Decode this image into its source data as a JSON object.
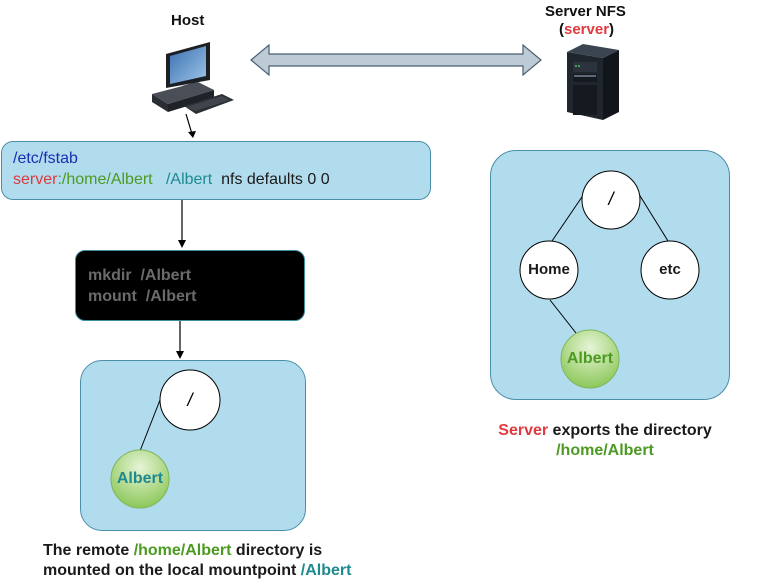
{
  "host": {
    "title": "Host",
    "icon": "desktop-computer-icon"
  },
  "server": {
    "title": "Server NFS",
    "subtitle_open": "(",
    "subtitle_name": "server",
    "subtitle_close": ")",
    "icon": "tower-server-icon"
  },
  "connection": {
    "icon": "double-arrow-icon"
  },
  "fstab": {
    "path": "/etc/fstab",
    "entry": {
      "server": "server",
      "remote_path": ":/home/Albert",
      "mountpoint": "/Albert",
      "options": "nfs defaults 0 0"
    }
  },
  "commands": {
    "line1": "mkdir  /Albert",
    "line2": "mount  /Albert"
  },
  "local_tree": {
    "root": "/",
    "child": "Albert"
  },
  "server_tree": {
    "root": "/",
    "left": "Home",
    "right": "etc",
    "leaf": "Albert"
  },
  "server_caption": {
    "word1": "Server",
    "rest": " exports the directory",
    "path": "/home/Albert"
  },
  "host_caption": {
    "line1_a": "The remote ",
    "line1_path": "/home/Albert",
    "line1_b": " directory is",
    "line2_a": "mounted on the local mountpoint ",
    "line2_path": "/Albert"
  },
  "colors": {
    "box_fill": "#b1dcee",
    "server_red": "#e0393e",
    "path_green": "#4d9a22",
    "mount_teal": "#1e8a8f",
    "arrow_fill": "#bccbd6"
  }
}
